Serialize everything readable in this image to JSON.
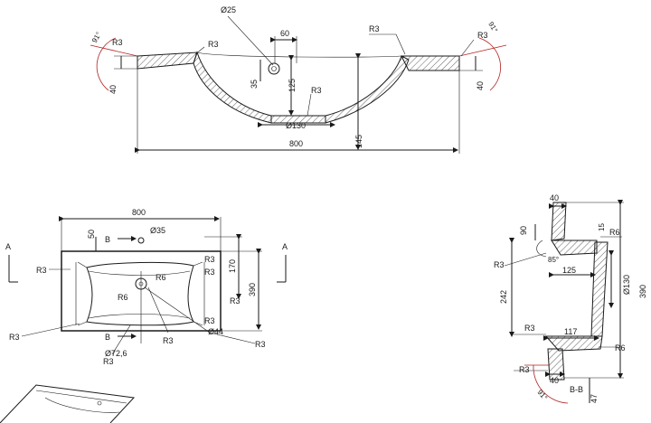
{
  "top_section": {
    "labels": {
      "hole_dia": "Ø25",
      "offset": "60",
      "radius_left_outer": "R3",
      "radius_left_inner": "R3",
      "radius_right_inner": "R3",
      "radius_right_outer": "R3",
      "radius_bottom": "R3",
      "angle_left": "91°",
      "angle_right": "91°",
      "lip_left": "40",
      "lip_right": "40",
      "hole_height": "35",
      "bowl_depth": "125",
      "drain_dia": "Ø130",
      "total_height": "145",
      "width": "800"
    }
  },
  "plan_view": {
    "labels": {
      "width": "800",
      "tap_offset": "50",
      "section_mark_top": "B",
      "tap_hole": "Ø35",
      "section_left": "A",
      "section_right": "A",
      "r_left": "R3",
      "r_top_right": "R3",
      "r_right_mid": "R3",
      "r_right_low": "R3",
      "r_right_bottom": "R3",
      "r_bottom_left": "R3",
      "r_bottom_mid": "R3",
      "r_bottom_right": "R3",
      "r_small_bottom": "R3",
      "r_drain_top": "R6",
      "r_drain_left": "R6",
      "bowl_height": "170",
      "depth": "390",
      "drain_hole": "Ø44",
      "section_mark_bottom": "B",
      "outlet": "Ø72,6"
    }
  },
  "section_bb": {
    "labels": {
      "top_w": "40",
      "top_h": "90",
      "step": "15",
      "r_top": "R6",
      "r_left": "R3",
      "angle_85": "85°",
      "inner_w": "125",
      "dia": "Ø130",
      "total": "390",
      "height": "242",
      "r_bottom_left": "R3",
      "bottom_w": "117",
      "r_bottom_right": "R6",
      "r_foot": "R3",
      "foot_w": "40",
      "foot_h": "47",
      "angle_91": "91°",
      "title": "B-B"
    }
  }
}
